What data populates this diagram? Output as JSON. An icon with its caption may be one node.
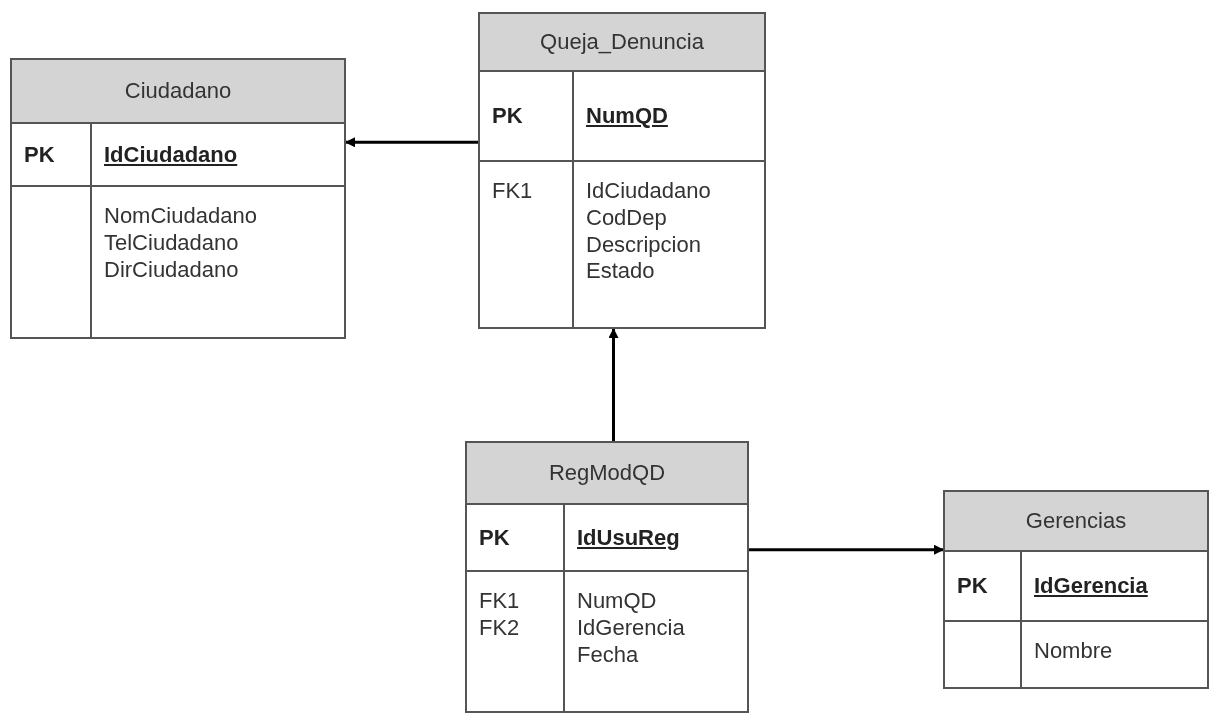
{
  "diagram": {
    "nodes": [
      {
        "text": [
          "Ciudadano",
          "PK",
          "IdCiudadano",
          "NomCiudadano TelCiudadano DirCiudadano"
        ]
      },
      {
        "text": [
          "Queja_Denuncia",
          "PK",
          "NumQD",
          "FK1",
          "IdCiudadano CodDep Descripcion Estado"
        ]
      },
      {
        "text": [
          "RegModQD",
          "PK",
          "IdUsuReg",
          "FK1 FK2",
          "NumQD IdGerencia Fecha"
        ]
      },
      {
        "text": [
          "Gerencias",
          "PK",
          "IdGerencia",
          "Nombre"
        ]
      }
    ],
    "edges": [
      {
        "from": 1,
        "to": 0,
        "arrow": "to"
      },
      {
        "from": 2,
        "to": 1,
        "arrow": "to"
      },
      {
        "from": 2,
        "to": 3,
        "arrow": "to"
      }
    ]
  }
}
